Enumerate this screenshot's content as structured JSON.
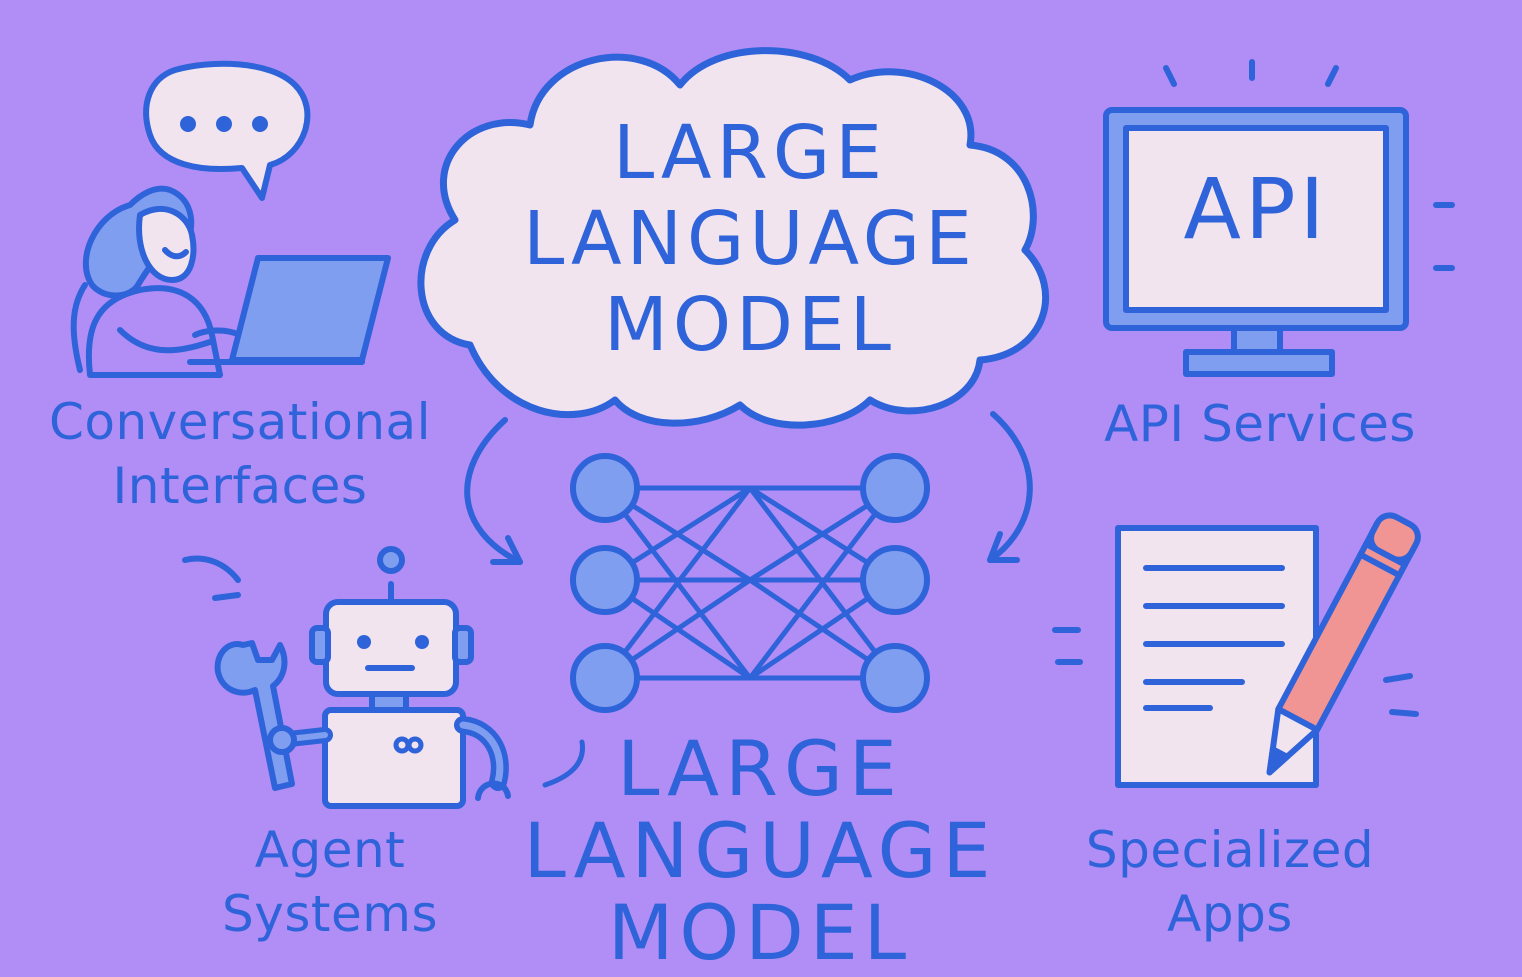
{
  "center": {
    "cloud_title": [
      "LARGE",
      "LANGUAGE",
      "MODEL"
    ],
    "bottom_title": [
      "LARGE",
      "LANGUAGE",
      "MODEL"
    ]
  },
  "nodes": {
    "conversational": {
      "label": [
        "Conversational",
        "Interfaces"
      ],
      "icon": "person-laptop-chat-icon"
    },
    "api": {
      "label": [
        "API Services"
      ],
      "screen_text": "API",
      "icon": "monitor-icon"
    },
    "agent": {
      "label": [
        "Agent",
        "Systems"
      ],
      "icon": "robot-wrench-icon"
    },
    "specialized": {
      "label": [
        "Specialized",
        "Apps"
      ],
      "icon": "document-pencil-icon"
    }
  },
  "network": {
    "layers": [
      3,
      3,
      3
    ],
    "icon": "neural-network-icon"
  },
  "colors": {
    "background": "#b08ef5",
    "ink": "#2f63d9",
    "paper": "#f1e4ee",
    "node_fill": "#7f9ef0",
    "pencil": "#f09494"
  }
}
